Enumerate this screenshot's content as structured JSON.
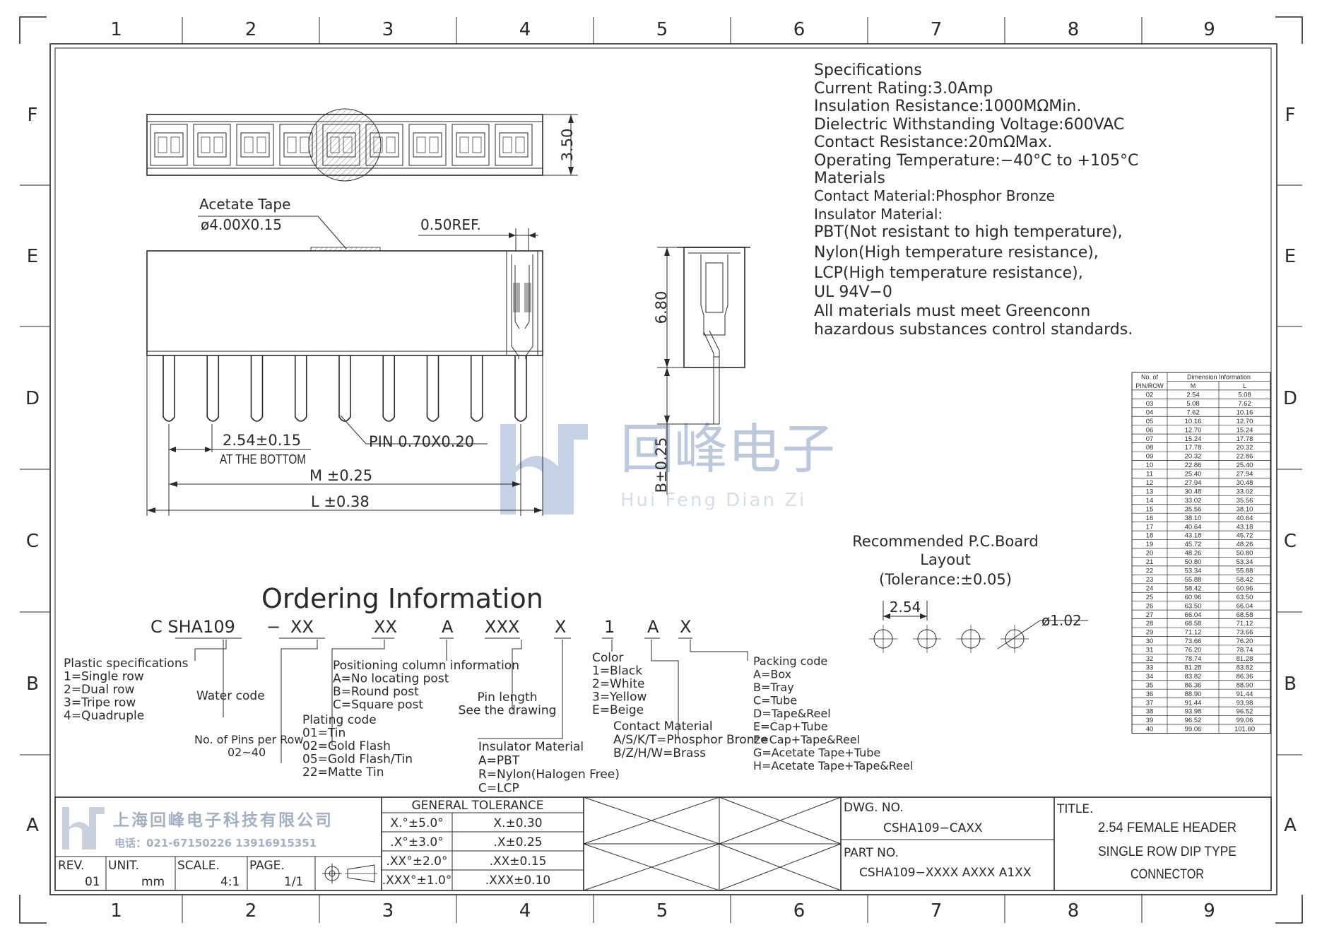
{
  "zones": {
    "columns": [
      "1",
      "2",
      "3",
      "4",
      "5",
      "6",
      "7",
      "8",
      "9"
    ],
    "rows": [
      "F",
      "E",
      "D",
      "C",
      "B",
      "A"
    ]
  },
  "specifications": {
    "lines": [
      "Specifications",
      "Current  Rating:3.0Amp",
      "Insulation  Resistance:1000MΩMin.",
      "Dielectric  Withstanding  Voltage:600VAC",
      "Contact  Resistance:20mΩMax.",
      "Operating  Temperature:−40°C  to  +105°C",
      "Materials",
      "Contact  Material:Phosphor  Bronze",
      "Insulator  Material:",
      "PBT(Not  resistant  to  high  temperature),",
      "Nylon(High  temperature  resistance),",
      "LCP(High  temperature  resistance),",
      "UL  94V−0",
      "All  materials  must  meet  Greenconn",
      "hazardous  substances  control  standards."
    ]
  },
  "dims": {
    "height_top": "3.50",
    "acetate_tape": "Acetate  Tape",
    "acetate_size": "ø4.00X0.15",
    "ref": "0.50REF.",
    "height_side": "6.80",
    "b_dim": "B±0.25",
    "pitch": "2.54±0.15",
    "at_bottom": "AT THE BOTTOM",
    "pin": "PIN  0.70X0.20",
    "m": "M  ±0.25",
    "l": "L  ±0.38"
  },
  "watermark": {
    "cn": "回峰电子",
    "en": "Hui Feng Dian Zi"
  },
  "pcb": {
    "title": "Recommended  P.C.Board",
    "subtitle": "Layout",
    "tolerance": "(Tolerance:±0.05)",
    "pitch": "2.54",
    "hole": "ø1.02"
  },
  "ordering": {
    "title": "Ordering  Information",
    "code": [
      "C SHA109",
      "−",
      "XX",
      "XX",
      "A",
      "XXX",
      "X",
      "1",
      "A",
      "X"
    ],
    "plastic": [
      "Plastic  specifications",
      "1=Single  row",
      "2=Dual  row",
      "3=Tripe  row",
      "4=Quadruple"
    ],
    "water": "Water  code",
    "pins": [
      "No. of  Pins  per  Row",
      "02~40"
    ],
    "plating": [
      "Plating  code",
      "01=Tin",
      "02=Gold  Flash",
      "05=Gold  Flash/Tin",
      "22=Matte  Tin"
    ],
    "positioning": [
      "Positioning  column  information",
      "A=No  locating  post",
      "B=Round  post",
      "C=Square  post"
    ],
    "pin_length": [
      "Pin  length",
      "See  the  drawing"
    ],
    "insulator": [
      "Insulator  Material",
      "A=PBT",
      "R=Nylon(Halogen  Free)",
      "C=LCP"
    ],
    "color": [
      "Color",
      "1=Black",
      "2=White",
      "3=Yellow",
      "E=Beige"
    ],
    "contact": [
      "Contact  Material",
      "A/S/K/T=Phosphor  Bronze",
      "B/Z/H/W=Brass"
    ],
    "packing": [
      "Packing  code",
      "A=Box",
      "B=Tray",
      "C=Tube",
      "D=Tape&Reel",
      "E=Cap+Tube",
      "F=Cap+Tape&Reel",
      "G=Acetate  Tape+Tube",
      "H=Acetate  Tape+Tape&Reel"
    ]
  },
  "dim_table": {
    "h1": "No.  of",
    "h2": "PIN/ROW",
    "h3": "Dimension  Information",
    "hm": "M",
    "hl": "L",
    "rows": [
      [
        "02",
        "2.54",
        "5.08"
      ],
      [
        "03",
        "5.08",
        "7.62"
      ],
      [
        "04",
        "7.62",
        "10.16"
      ],
      [
        "05",
        "10.16",
        "12.70"
      ],
      [
        "06",
        "12.70",
        "15.24"
      ],
      [
        "07",
        "15.24",
        "17.78"
      ],
      [
        "08",
        "17.78",
        "20.32"
      ],
      [
        "09",
        "20.32",
        "22.86"
      ],
      [
        "10",
        "22.86",
        "25.40"
      ],
      [
        "11",
        "25.40",
        "27.94"
      ],
      [
        "12",
        "27.94",
        "30.48"
      ],
      [
        "13",
        "30.48",
        "33.02"
      ],
      [
        "14",
        "33.02",
        "35.56"
      ],
      [
        "15",
        "35.56",
        "38.10"
      ],
      [
        "16",
        "38.10",
        "40.64"
      ],
      [
        "17",
        "40.64",
        "43.18"
      ],
      [
        "18",
        "43.18",
        "45.72"
      ],
      [
        "19",
        "45.72",
        "48.26"
      ],
      [
        "20",
        "48.26",
        "50.80"
      ],
      [
        "21",
        "50.80",
        "53.34"
      ],
      [
        "22",
        "53.34",
        "55.88"
      ],
      [
        "23",
        "55.88",
        "58.42"
      ],
      [
        "24",
        "58.42",
        "60.96"
      ],
      [
        "25",
        "60.96",
        "63.50"
      ],
      [
        "26",
        "63.50",
        "66.04"
      ],
      [
        "27",
        "66.04",
        "68.58"
      ],
      [
        "28",
        "68.58",
        "71.12"
      ],
      [
        "29",
        "71.12",
        "73.66"
      ],
      [
        "30",
        "73.66",
        "76.20"
      ],
      [
        "31",
        "76.20",
        "78.74"
      ],
      [
        "32",
        "78.74",
        "81.28"
      ],
      [
        "33",
        "81.28",
        "83.82"
      ],
      [
        "34",
        "83.82",
        "86.36"
      ],
      [
        "35",
        "86.36",
        "88.90"
      ],
      [
        "36",
        "88.90",
        "91.44"
      ],
      [
        "37",
        "91.44",
        "93.98"
      ],
      [
        "38",
        "93.98",
        "96.52"
      ],
      [
        "39",
        "96.52",
        "99.06"
      ],
      [
        "40",
        "99.06",
        "101.60"
      ]
    ]
  },
  "title_block": {
    "company": "上海回峰电子科技有限公司",
    "phone": "电话：021-67150226  13916915351",
    "rev_label": "REV.",
    "rev": "01",
    "unit_label": "UNIT.",
    "unit": "mm",
    "scale_label": "SCALE.",
    "scale": "4:1",
    "page_label": "PAGE.",
    "page": "1/1",
    "tolerance_title": "GENERAL  TOLERANCE",
    "tolerances": [
      [
        "X.°±5.0°",
        "X.±0.30"
      ],
      [
        ".X°±3.0°",
        ".X±0.25"
      ],
      [
        ".XX°±2.0°",
        ".XX±0.15"
      ],
      [
        ".XXX°±1.0°",
        ".XXX±0.10"
      ]
    ],
    "dwg_label": "DWG.  NO.",
    "dwg": "CSHA109−CAXX",
    "part_label": "PART  NO.",
    "part": "CSHA109−XXXX  AXXX  A1XX",
    "title_label": "TITLE.",
    "title_lines": [
      "2.54  FEMALE  HEADER",
      "SINGLE  ROW  DIP  TYPE",
      "CONNECTOR"
    ]
  },
  "colors": {
    "ink": "#2a2a2a",
    "watermark": "#b9c6dc",
    "logo": "#c8d0de"
  }
}
